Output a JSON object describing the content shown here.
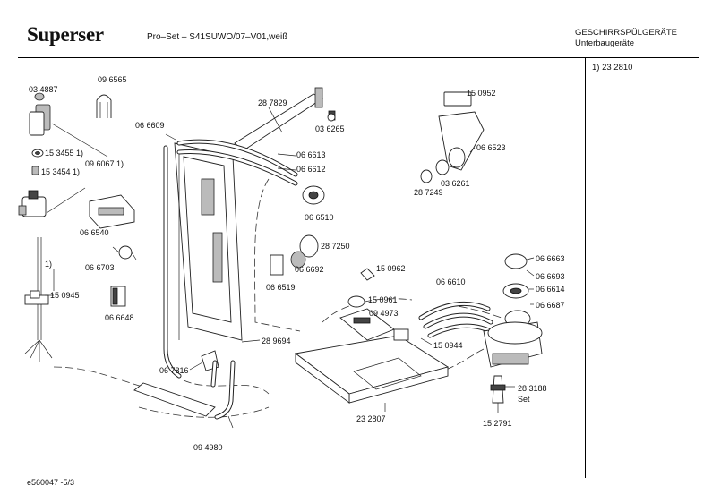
{
  "header": {
    "brand": "Superser",
    "model": "Pro–Set – S41SUWO/07–V01,weiß",
    "category_line1": "GESCHIRRSPÜLGERÄTE",
    "category_line2": "Unterbaugeräte"
  },
  "side_note": "1) 23 2810",
  "footer_ref": "e560047   -5/3",
  "diagram_labels": [
    "03 4887",
    "09 6565",
    "15 3455 1)",
    "09 6067 1)",
    "15 3454 1)",
    "06 6540",
    "06 6703",
    "1)",
    "15 0945",
    "06 6648",
    "06 6609",
    "28 7829",
    "03 6265",
    "06 6613",
    "06 6612",
    "06 6510",
    "28 7250",
    "06 6692",
    "06 6519",
    "06 7816",
    "28 9694",
    "09 4980",
    "15 0962",
    "15 0961",
    "09 4973",
    "15 0944",
    "23 2807",
    "15 0952",
    "06 6523",
    "03 6261",
    "28 7249",
    "06 6610",
    "06 6663",
    "06 6693",
    "06 6614",
    "06 6687",
    "28 3188",
    "Set",
    "15 2791"
  ]
}
